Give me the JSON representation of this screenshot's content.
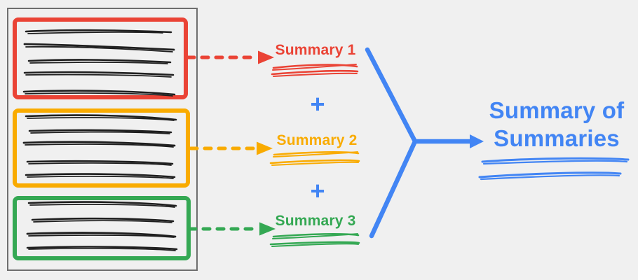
{
  "colors": {
    "red": "#EA4335",
    "orange": "#F9AB00",
    "green": "#34A853",
    "blue": "#4285F4",
    "ink": "#1f1f1f",
    "document_border": "#6e6e6e",
    "background": "#f0f0f0"
  },
  "document": {
    "sections": [
      {
        "name": "section-1",
        "color": "#EA4335",
        "text_lines": 5
      },
      {
        "name": "section-2",
        "color": "#F9AB00",
        "text_lines": 5
      },
      {
        "name": "section-3",
        "color": "#34A853",
        "text_lines": 4
      }
    ]
  },
  "summaries": [
    {
      "label": "Summary 1",
      "color": "#EA4335"
    },
    {
      "label": "Summary 2",
      "color": "#F9AB00"
    },
    {
      "label": "Summary 3",
      "color": "#34A853"
    }
  ],
  "operators": {
    "plus_top": "+",
    "plus_bottom": "+"
  },
  "result": {
    "title_line_1": "Summary of",
    "title_line_2": "Summaries",
    "color": "#4285F4"
  }
}
